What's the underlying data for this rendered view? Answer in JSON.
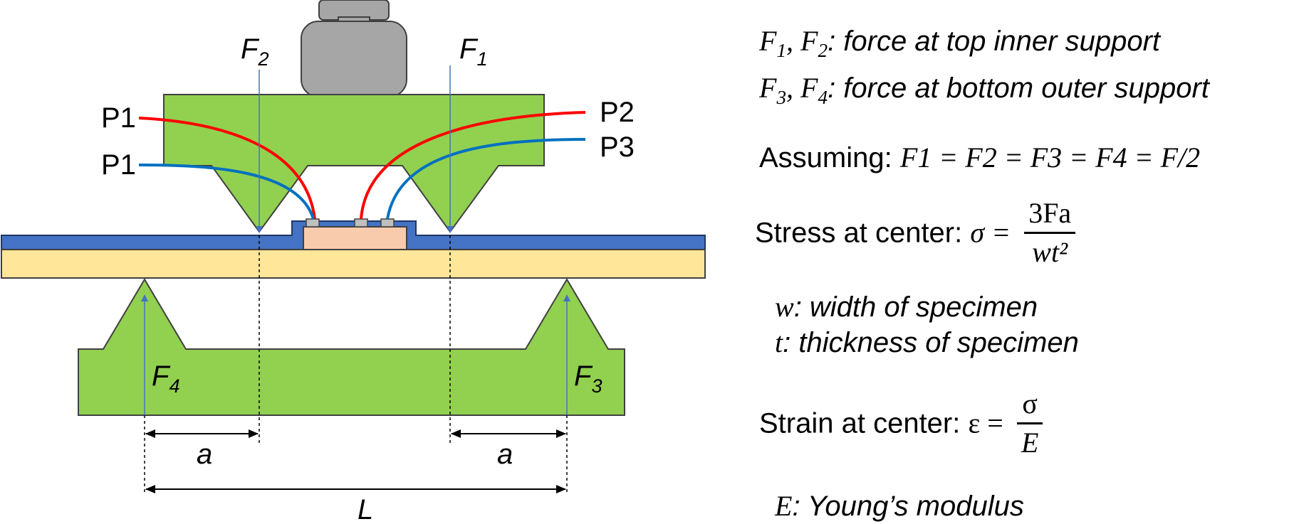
{
  "labels": {
    "f1": "F",
    "f1_sub": "1",
    "f2": "F",
    "f2_sub": "2",
    "f3": "F",
    "f3_sub": "3",
    "f4": "F",
    "f4_sub": "4",
    "p1_red": "P1",
    "p1_blue": "P1",
    "p2": "P2",
    "p3": "P3",
    "a_left": "a",
    "a_right": "a",
    "L": "L"
  },
  "text_panel": {
    "line1_symbols": "F",
    "line1_sub1": "1",
    "line1_sep": ", F",
    "line1_sub2": "2",
    "line1_desc": ": force at top inner support",
    "line2_symbols": "F",
    "line2_sub1": "3",
    "line2_sep": ", F",
    "line2_sub2": "4",
    "line2_desc": ": force at bottom outer support",
    "assuming_label": "Assuming: ",
    "assuming_eq": "F1 = F2 = F3 = F4 = F/2",
    "stress_label": "Stress at center: ",
    "stress_sym": "σ =",
    "stress_num": "3Fa",
    "stress_den": "wt²",
    "w_sym": "w",
    "w_desc": ": width of specimen",
    "t_sym": "t",
    "t_desc": ":  thickness of specimen",
    "strain_label": "Strain at center:  ",
    "strain_sym": "ε =",
    "strain_num": "σ",
    "strain_den": "E",
    "e_sym": "E",
    "e_desc": ": Young’s modulus"
  },
  "colors": {
    "support_green": "#92D050",
    "substrate_yellow": "#FFE699",
    "film_blue": "#4472C4",
    "chip_peach": "#F8CBAD",
    "pad_gray": "#BFBFBF",
    "motor_gray": "#A6A6A6",
    "wire_red": "#FF0000",
    "wire_blue": "#0070C0",
    "arrow_blue": "#4472C4"
  }
}
